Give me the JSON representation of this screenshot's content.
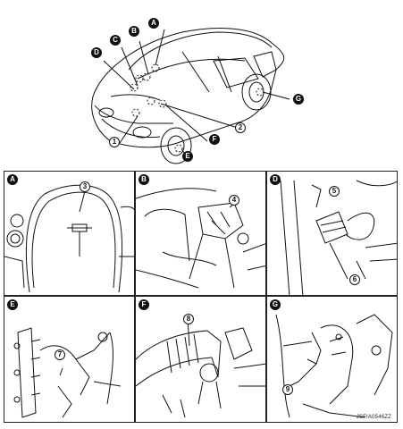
{
  "figure_code": "JSFIA0546ZZ",
  "overview": {
    "callouts": [
      {
        "id": "A",
        "kind": "letter"
      },
      {
        "id": "B",
        "kind": "letter"
      },
      {
        "id": "C",
        "kind": "letter"
      },
      {
        "id": "D",
        "kind": "letter"
      },
      {
        "id": "G",
        "kind": "letter"
      },
      {
        "id": "2",
        "kind": "number"
      },
      {
        "id": "F",
        "kind": "letter"
      },
      {
        "id": "1",
        "kind": "number"
      },
      {
        "id": "E",
        "kind": "letter"
      }
    ]
  },
  "panels": [
    {
      "id": "A",
      "part": "3"
    },
    {
      "id": "B",
      "part": "4"
    },
    {
      "id": "D",
      "part": "5",
      "part2": "6"
    },
    {
      "id": "E",
      "part": "7"
    },
    {
      "id": "F",
      "part": "8"
    },
    {
      "id": "G",
      "part": "9"
    }
  ]
}
